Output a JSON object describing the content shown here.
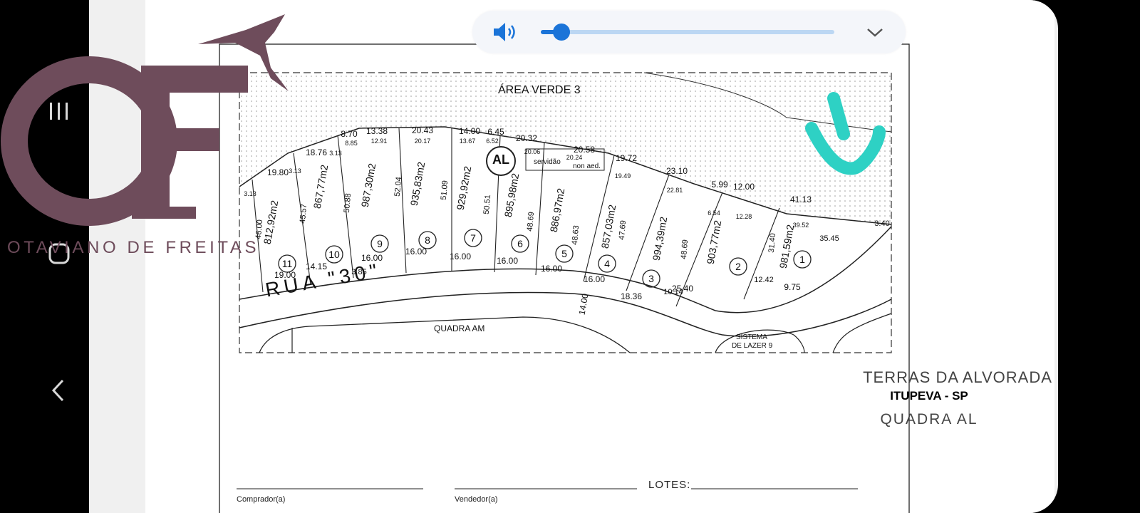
{
  "nav": {
    "recents_label": "Recent apps",
    "home_label": "Home",
    "back_label": "Back"
  },
  "audio": {
    "volume_fraction": 0.07,
    "icons": [
      "speaker-icon",
      "chevron-down-icon"
    ],
    "accent": "#1b74d8"
  },
  "watermark": {
    "monogram": "OF",
    "name": "OTAVIANO DE FREITAS",
    "color": "#6e4c5b"
  },
  "plan": {
    "area_verde": "ÁREA VERDE 3",
    "block_badge": "AL",
    "street": "RUA \"30\"",
    "quadra_am": "QUADRA AM",
    "sistema_lazer_1": "SISTEMA",
    "sistema_lazer_2": "DE LAZER 9",
    "servidao_1": "servidão",
    "servidao_2": "non aed.",
    "street_width": "14.00",
    "lots": [
      {
        "number": "11",
        "area": "812,92m2",
        "front": "19.00",
        "side": "46.00"
      },
      {
        "number": "10",
        "area": "867,77m2",
        "front": "14.15",
        "side": "45.57"
      },
      {
        "number": "9",
        "area": "987,30m2",
        "front": "16.00",
        "side": "50.88"
      },
      {
        "number": "8",
        "area": "935,83m2",
        "front": "16.00",
        "side": "52.04"
      },
      {
        "number": "7",
        "area": "929,92m2",
        "front": "16.00",
        "side": "51.09"
      },
      {
        "number": "6",
        "area": "895,98m2",
        "front": "16.00",
        "side": "50.51"
      },
      {
        "number": "5",
        "area": "886,97m2",
        "front": "16.00",
        "side": "48.69"
      },
      {
        "number": "4",
        "area": "857,03m2",
        "front": "16.00",
        "side": "48.63"
      },
      {
        "number": "3",
        "area": "994,39m2",
        "front": "18.36",
        "side": "47.69"
      },
      {
        "number": "2",
        "area": "903,77m2",
        "front": "25.40",
        "side": "48.69"
      },
      {
        "number": "1",
        "area": "981,59m2",
        "front": "9.75",
        "side": "31.40"
      }
    ],
    "top_measures": [
      "19.80",
      "18.76",
      "8.70",
      "13.38",
      "20.43",
      "14.00",
      "6.45",
      "20.32",
      "20.58",
      "19.72",
      "23.10",
      "5.99",
      "12.00",
      "41.13"
    ],
    "sub_measures": [
      "3.13",
      "3.13",
      "3.13",
      "8.85",
      "12.91",
      "20.17",
      "13.67",
      "6.52",
      "20.06",
      "20.24",
      "19.49",
      "22.81",
      "6.54",
      "12.28",
      "39.52"
    ],
    "extra_measures": [
      "3.85",
      "10.14",
      "12.42",
      "35.45",
      "3.40"
    ]
  },
  "title_block": {
    "development": "TERRAS DA ALVORADA",
    "city": "ITUPEVA - SP",
    "block": "QUADRA AL"
  },
  "signatures": {
    "buyer": "Comprador(a)",
    "seller": "Vendedor(a)",
    "lots_label": "LOTES:"
  }
}
